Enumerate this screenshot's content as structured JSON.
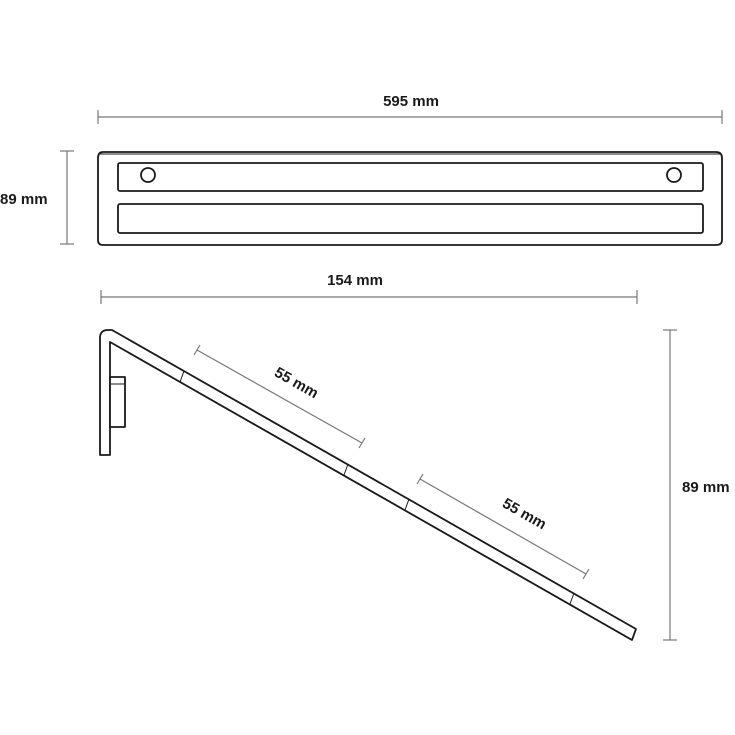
{
  "colors": {
    "outline": "#1a1a1a",
    "dimension": "#777777",
    "text": "#1a1a1a",
    "background": "#ffffff"
  },
  "dimensions": {
    "top_width": "595 mm",
    "top_height": "89 mm",
    "depth": "154 mm",
    "side_height": "89 mm",
    "segment_upper": "55 mm",
    "segment_lower": "55 mm"
  }
}
